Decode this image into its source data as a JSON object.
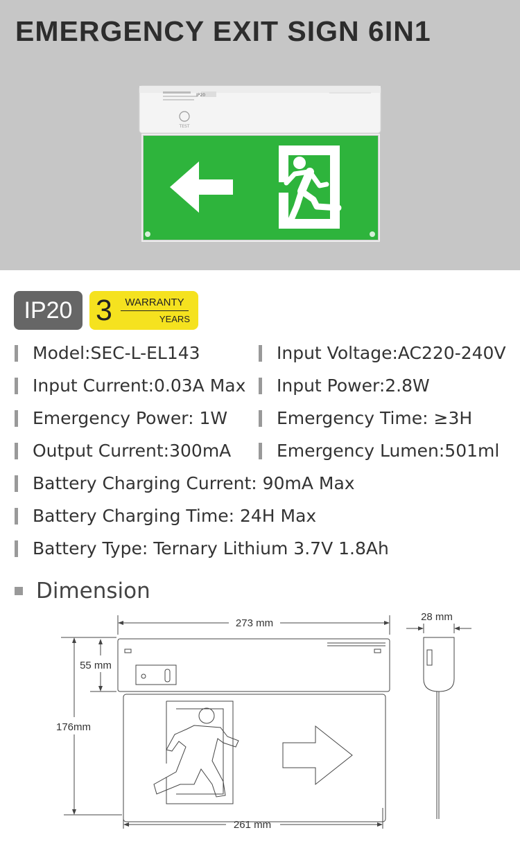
{
  "title": "EMERGENCY EXIT SIGN 6IN1",
  "product_image": {
    "arrow_direction": "left",
    "panel_color": "#2eb43c",
    "test_label": "TEST",
    "ip_label": "IP20"
  },
  "badges": {
    "ip_rating": "IP20",
    "warranty_number": "3",
    "warranty_top": "WARRANTY",
    "warranty_bottom": "YEARS",
    "warranty_color": "#f5e21f"
  },
  "specs": {
    "model": "Model:SEC-L-EL143",
    "input_voltage": "Input Voltage:AC220-240V",
    "input_current": "Input Current:0.03A Max",
    "input_power": "Input Power:2.8W",
    "emergency_power": "Emergency Power: 1W",
    "emergency_time": "Emergency Time: ≥3H",
    "output_current": "Output Current:300mA",
    "emergency_lumen": "Emergency Lumen:501ml",
    "battery_charging_current": "Battery Charging Current: 90mA Max",
    "battery_charging_time": "Battery Charging Time: 24H Max",
    "battery_type": "Battery Type: Ternary Lithium 3.7V 1.8Ah"
  },
  "dimension": {
    "heading": "Dimension",
    "width_top": "273 mm",
    "width_bottom": "261 mm",
    "height_housing": "55 mm",
    "height_total": "176mm",
    "depth": "28 mm"
  }
}
